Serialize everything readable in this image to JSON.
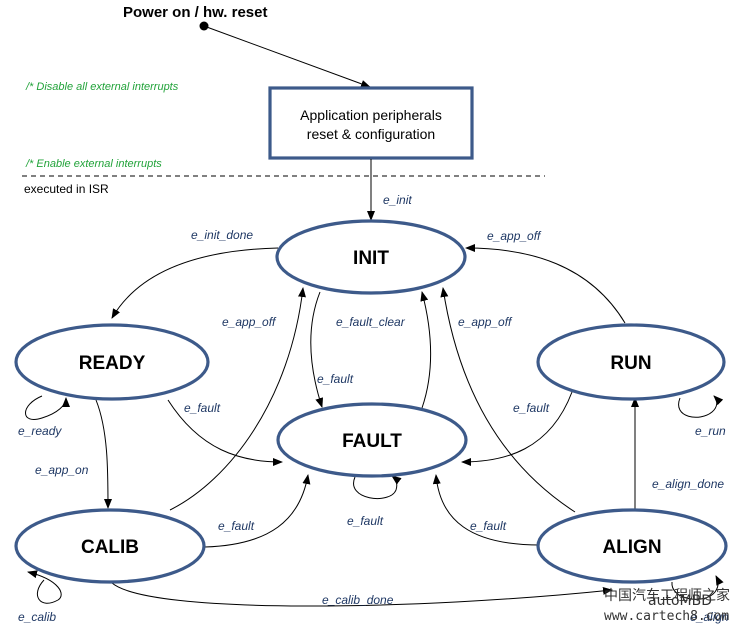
{
  "title": "Power on / hw. reset",
  "comments": {
    "disable": "/* Disable all external interrupts",
    "enable": "/* Enable external interrupts"
  },
  "isr_label": "executed  in ISR",
  "box": {
    "line1": "Application peripherals",
    "line2": "reset & configuration"
  },
  "states": {
    "init": "INIT",
    "ready": "READY",
    "run": "RUN",
    "fault": "FAULT",
    "calib": "CALIB",
    "align": "ALIGN"
  },
  "events": {
    "e_init": "e_init",
    "e_init_done": "e_init_done",
    "e_app_off_left": "e_app_off",
    "e_app_off_right": "e_app_off",
    "e_app_off_run": "e_app_off",
    "e_fault_clear": "e_fault_clear",
    "e_fault_init": "e_fault",
    "e_fault_ready": "e_fault",
    "e_fault_run": "e_fault",
    "e_fault_self": "e_fault",
    "e_fault_calib": "e_fault",
    "e_fault_align": "e_fault",
    "e_ready": "e_ready",
    "e_run": "e_run",
    "e_app_on": "e_app_on",
    "e_align_done": "e_align_done",
    "e_calib_done": "e_calib_done",
    "e_calib": "e_calib",
    "e_align": "e_align"
  },
  "watermark": {
    "line1": "中国汽车工程师之家",
    "line2": "www.cartech8.com",
    "brand": "autoMBD"
  }
}
